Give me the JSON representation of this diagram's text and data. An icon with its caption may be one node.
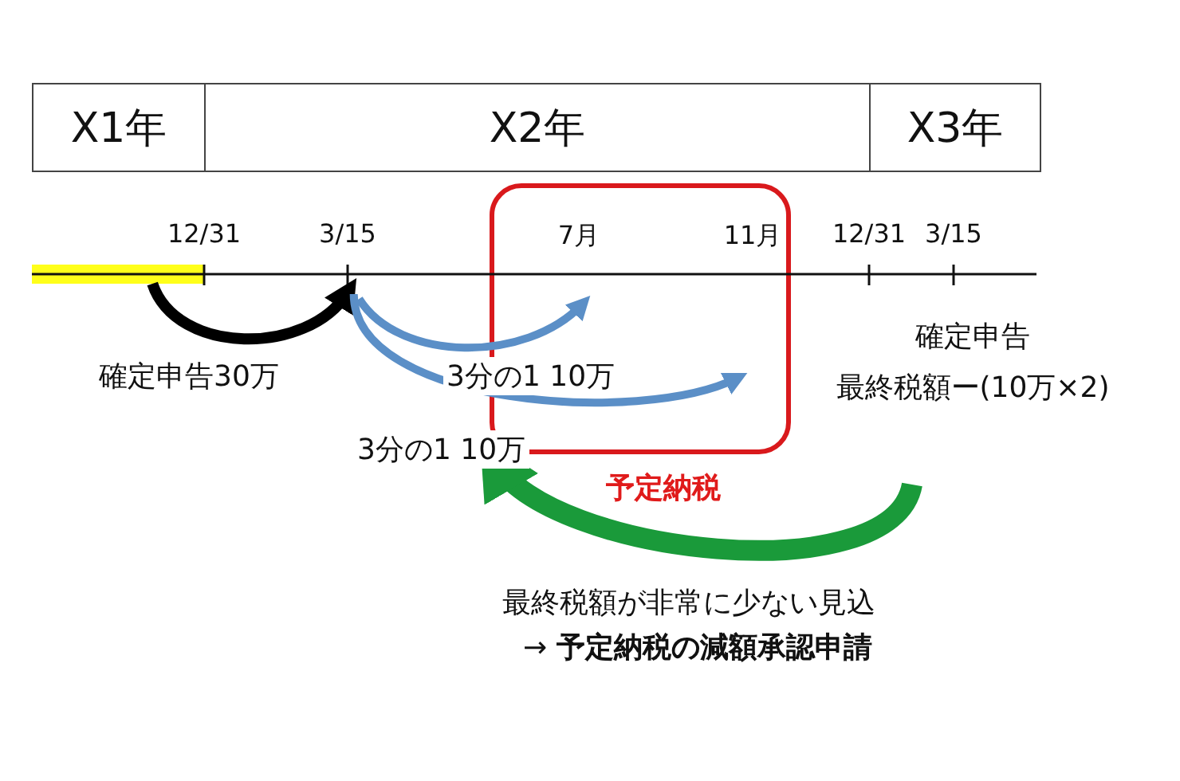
{
  "diagram": {
    "nodes": [
      {
        "text": [
          "X1年"
        ]
      },
      {
        "text": [
          "X2年"
        ]
      },
      {
        "text": [
          "X3年"
        ]
      },
      {
        "text": [],
        "shape": "bar"
      },
      {
        "text": [
          "12/31"
        ]
      },
      {
        "text": [
          "3/15"
        ]
      },
      {
        "text": [
          "予定納税"
        ]
      },
      {
        "text": [
          "7月"
        ],
        "in": 6
      },
      {
        "text": [
          "11月"
        ],
        "in": 6
      },
      {
        "text": [
          "12/31"
        ]
      },
      {
        "text": [
          "3/15"
        ]
      },
      {
        "text": [
          "確定申告",
          "最終税額ー(10万×2)"
        ]
      }
    ],
    "edges": [
      {
        "from": 3,
        "to": 5,
        "arrow": "to",
        "label": "確定申告30万",
        "color": "#000000"
      },
      {
        "from": 5,
        "to": 7,
        "arrow": "to",
        "label": "3分の1 10万"
      },
      {
        "from": 5,
        "to": 6,
        "arrow": "to",
        "label": "3分の1 10万"
      },
      {
        "from": null,
        "to": 6,
        "arrow": "to",
        "color": "#1a9a3a",
        "style": "thick"
      }
    ],
    "labels": [
      "最終税額が非常に少ない見込",
      "→ **予定納税の減額承認申請**"
    ]
  }
}
